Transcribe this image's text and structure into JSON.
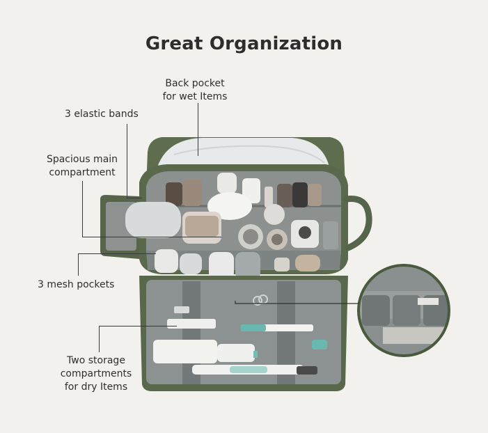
{
  "title": "Great Organization",
  "callouts": {
    "back_pocket": [
      "Back pocket",
      "for wet Items"
    ],
    "elastic_bands": [
      "3 elastic bands"
    ],
    "main_compartment": [
      "Spacious main",
      "compartment"
    ],
    "mesh_pockets": [
      "3 mesh pockets"
    ],
    "storage": [
      "Two storage",
      "compartments",
      "for dry Items"
    ]
  },
  "colors": {
    "background": "#f3f1ee",
    "bag_green": "#5b6a4c",
    "lining_gray": "#8a8f8e",
    "text": "#2e2e2e"
  }
}
